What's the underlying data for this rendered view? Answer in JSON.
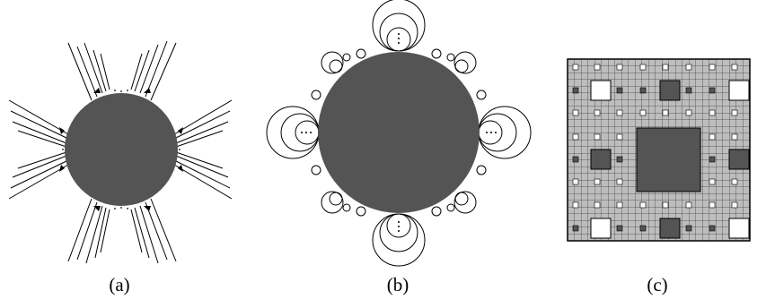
{
  "figure": {
    "panels": [
      {
        "id": "a",
        "caption": "(a)"
      },
      {
        "id": "b",
        "caption": "(b)"
      },
      {
        "id": "c",
        "caption": "(c)"
      }
    ]
  },
  "colors": {
    "disk_fill": "#545454",
    "carpet_gray": "#bdbdbd",
    "stroke": "#000000",
    "background": "#ffffff"
  }
}
